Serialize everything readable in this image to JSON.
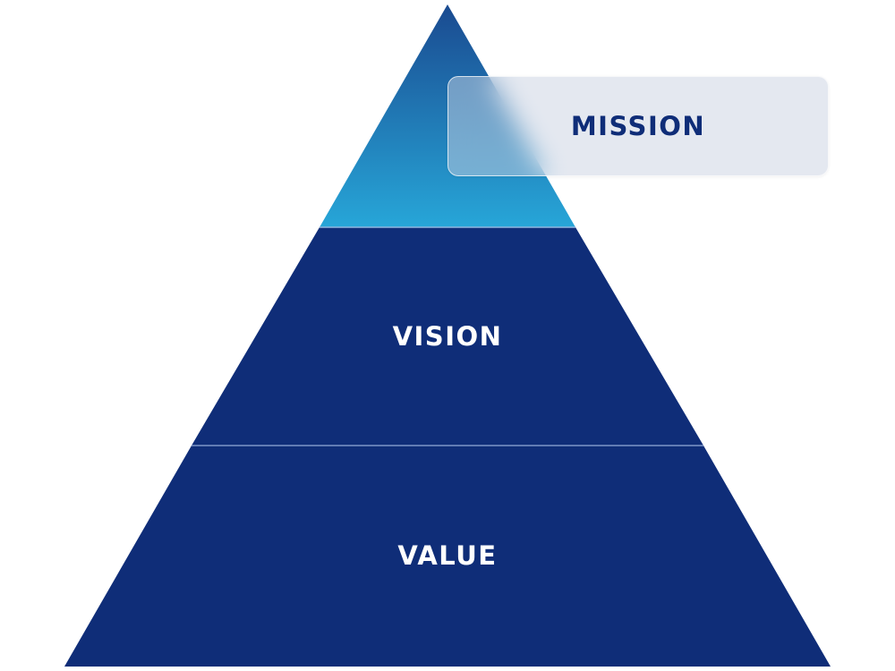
{
  "levels": {
    "top": "MISSION",
    "middle": "VISION",
    "bottom": "VALUE"
  },
  "colors": {
    "top_start": "#1a4a90",
    "top_end": "#27a6d8",
    "base": "#0f2d78",
    "label_dark": "#0f2d78"
  }
}
